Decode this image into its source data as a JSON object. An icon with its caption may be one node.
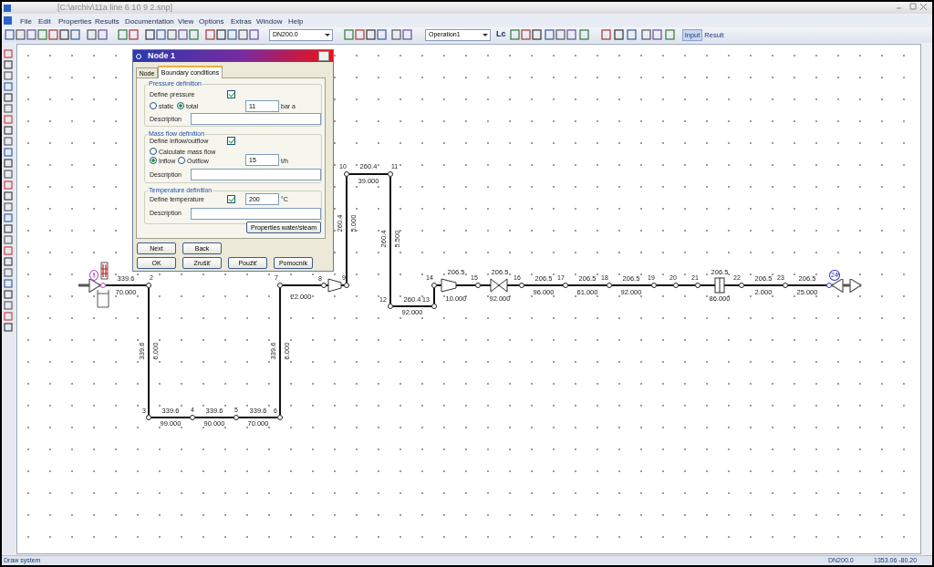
{
  "diagram": {
    "nodes": [
      {
        "text": [
          "1"
        ]
      },
      {
        "text": [
          "2"
        ]
      },
      {
        "text": [
          "3"
        ]
      },
      {
        "text": [
          "4"
        ]
      },
      {
        "text": [
          "5"
        ]
      },
      {
        "text": [
          "6"
        ]
      },
      {
        "text": [
          "7"
        ]
      },
      {
        "text": [
          "8"
        ]
      },
      {
        "text": [
          "9"
        ]
      },
      {
        "text": [
          "10"
        ]
      },
      {
        "text": [
          "11"
        ]
      },
      {
        "text": [
          "12"
        ]
      },
      {
        "text": [
          "13"
        ]
      },
      {
        "text": [
          "14"
        ]
      },
      {
        "text": [
          "15"
        ]
      },
      {
        "text": [
          "16"
        ]
      },
      {
        "text": [
          "17"
        ]
      },
      {
        "text": [
          "18"
        ]
      },
      {
        "text": [
          "19"
        ]
      },
      {
        "text": [
          "20"
        ]
      },
      {
        "text": [
          "21"
        ]
      },
      {
        "text": [
          "22"
        ]
      },
      {
        "text": [
          "23"
        ]
      },
      {
        "text": [
          "24"
        ]
      }
    ],
    "edges": [
      {
        "from": null,
        "to": 0,
        "arrow": "to"
      },
      {
        "from": 0,
        "to": 1,
        "arrow": "none",
        "label": "339.6 70.000"
      },
      {
        "from": 1,
        "to": 2,
        "arrow": "none",
        "label": "339.6 6.000"
      },
      {
        "from": 2,
        "to": 3,
        "arrow": "none",
        "label": "339.6 99.000"
      },
      {
        "from": 3,
        "to": 4,
        "arrow": "none",
        "label": "339.6 90.000"
      },
      {
        "from": 4,
        "to": 5,
        "arrow": "none",
        "label": "339.6 70.000"
      },
      {
        "from": 5,
        "to": 6,
        "arrow": "none",
        "label": "339.6 6.000"
      },
      {
        "from": 6,
        "to": 7,
        "arrow": "none",
        "label": "22.000"
      },
      {
        "from": 7,
        "to": 8,
        "arrow": "none"
      },
      {
        "from": 8,
        "to": 9,
        "arrow": "none",
        "label": "260.4 5.000"
      },
      {
        "from": 9,
        "to": 10,
        "arrow": "none",
        "label": "260.4 39.000"
      },
      {
        "from": 10,
        "to": 11,
        "arrow": "none",
        "label": "260.4 5.500"
      },
      {
        "from": 11,
        "to": 12,
        "arrow": "none",
        "label": "260.4 92.000"
      },
      {
        "from": 12,
        "to": 13,
        "arrow": "none"
      },
      {
        "from": 13,
        "to": 14,
        "arrow": "none",
        "label": "206.5 10.000"
      },
      {
        "from": 14,
        "to": 15,
        "arrow": "none",
        "label": "206.5 92.000"
      },
      {
        "from": 15,
        "to": 16,
        "arrow": "none",
        "label": "206.5 96.000"
      },
      {
        "from": 16,
        "to": 17,
        "arrow": "none",
        "label": "206.5 61.000"
      },
      {
        "from": 17,
        "to": 18,
        "arrow": "none",
        "label": "206.5 92.000"
      },
      {
        "from": 18,
        "to": 19,
        "arrow": "none"
      },
      {
        "from": 19,
        "to": 20,
        "arrow": "none"
      },
      {
        "from": 20,
        "to": 21,
        "arrow": "none",
        "label": "206.5 86.000"
      },
      {
        "from": 21,
        "to": 22,
        "arrow": "none",
        "label": "206.5 2.000"
      },
      {
        "from": 22,
        "to": 23,
        "arrow": "none",
        "label": "206.5 25.000"
      },
      {
        "from": 23,
        "to": null,
        "arrow": "both"
      }
    ],
    "labels": [
      "[C:\\archiv\\11a line 6 10 9 2.snp]",
      "File",
      "Edit",
      "Properties",
      "Results",
      "Documentation",
      "View",
      "Options",
      "Extras",
      "Window",
      "Help",
      "DN200.0",
      "Operation1",
      "Lc",
      "Input",
      "Result",
      "Node 1",
      "Node",
      "Boundary conditions",
      "Pressure definition",
      "Define pressure",
      "static",
      "total",
      "11",
      "bar a",
      "Description",
      "Mass flow definition",
      "Define inflow/outflow",
      "Calculate mass flow",
      "Inflow",
      "Outflow",
      "15",
      "t/h",
      "Description",
      "Temperature definition",
      "Define temperature",
      "200",
      "°C",
      "Description",
      "Properties water/steam",
      "Next",
      "Back",
      "OK",
      "Zrušiť",
      "Použiť",
      "Pomocník",
      "Draw system",
      "DN200.0",
      "1353.06 -80.20"
    ]
  }
}
